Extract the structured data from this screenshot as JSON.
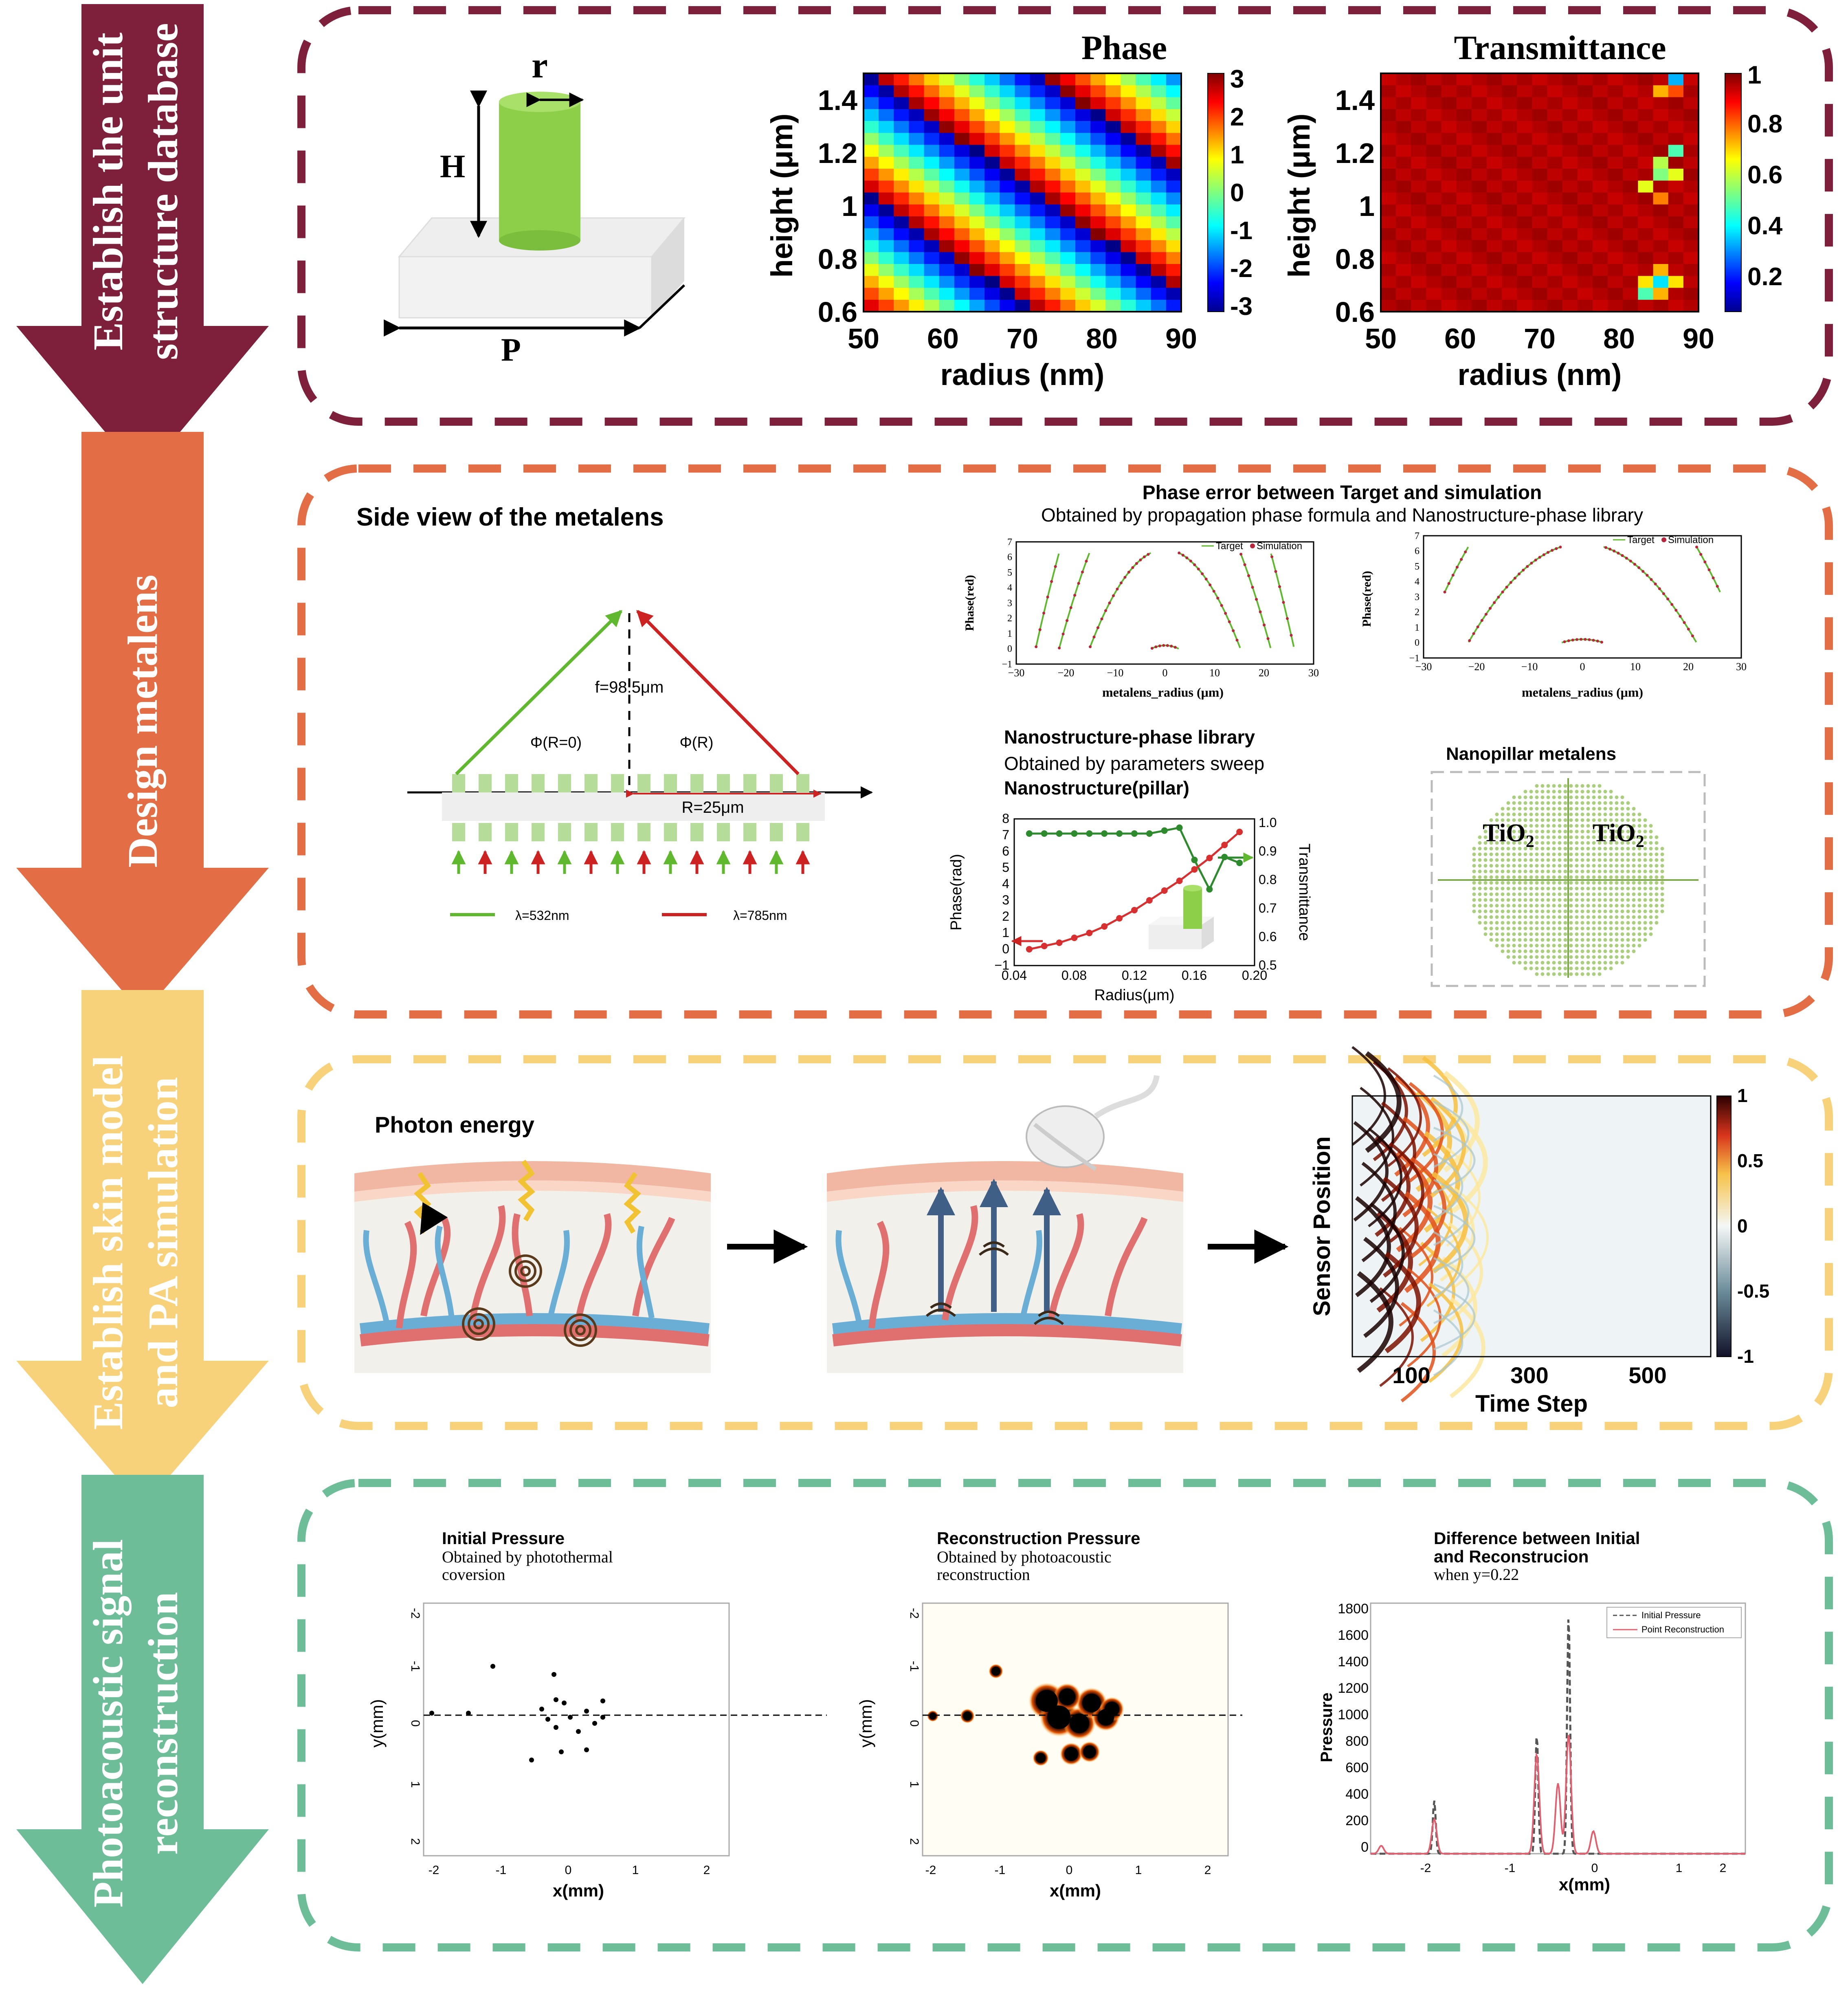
{
  "steps": [
    {
      "label_line1": "Establish the unit",
      "label_line2": "structure database",
      "color": "#7e1f3b"
    },
    {
      "label_line1": "Design metalens",
      "label_line2": "",
      "color": "#e36d45"
    },
    {
      "label_line1": "Establish skin model",
      "label_line2": "and  PA simulation",
      "color": "#f8d27a"
    },
    {
      "label_line1": "Photoacoustic signal",
      "label_line2": "reconstruction",
      "color": "#6cbd98"
    }
  ],
  "panel1": {
    "unit_cell": {
      "r": "r",
      "H": "H",
      "P": "P"
    },
    "phase_map": {
      "title": "Phase",
      "xlabel": "radius (nm)",
      "ylabel": "height (μm)",
      "xticks": [
        "50",
        "60",
        "70",
        "80",
        "90"
      ],
      "yticks": [
        "0.6",
        "0.8",
        "1",
        "1.2",
        "1.4"
      ],
      "cbar_ticks": [
        "3",
        "2",
        "1",
        "0",
        "-1",
        "-2",
        "-3"
      ]
    },
    "trans_map": {
      "title": "Transmittance",
      "xlabel": "radius (nm)",
      "ylabel": "height (μm)",
      "xticks": [
        "50",
        "60",
        "70",
        "80",
        "90"
      ],
      "yticks": [
        "0.6",
        "0.8",
        "1",
        "1.2",
        "1.4"
      ],
      "cbar_ticks": [
        "1",
        "0.8",
        "0.6",
        "0.4",
        "0.2"
      ]
    }
  },
  "panel2": {
    "side_view": {
      "title": "Side view of the metalens",
      "focal": "f=98.5μm",
      "phi0": "Φ(R=0)",
      "phiR": "Φ(R)",
      "radius": "R=25μm",
      "legend_green": "λ=532nm",
      "legend_red": "λ=785nm",
      "green": "#5fb82e",
      "red": "#cc2222"
    },
    "phase_error": {
      "title": "Phase error between Target and simulation",
      "subtitle": "Obtained by propagation phase formula and Nanostructure-phase library",
      "left": {
        "ylabel": "Phase(red)",
        "xlabel": "metalens_radius (μm)",
        "legend_target": "Target",
        "legend_sim": "Simulation",
        "xticks": [
          "−30",
          "−20",
          "−10",
          "0",
          "10",
          "20",
          "30"
        ],
        "yticks": [
          "−1",
          "0",
          "1",
          "2",
          "3",
          "4",
          "5",
          "6",
          "7"
        ]
      },
      "right": {
        "ylabel": "Phase(red)",
        "xlabel": "metalens_radius (μm)",
        "legend_target": "Target",
        "legend_sim": "Simulation",
        "xticks": [
          "−30",
          "−20",
          "−10",
          "0",
          "10",
          "20",
          "30"
        ],
        "yticks": [
          "−1",
          "0",
          "1",
          "2",
          "3",
          "4",
          "5",
          "6",
          "7"
        ]
      }
    },
    "library": {
      "title": "Nanostructure-phase library",
      "subtitle": "Obtained by parameters sweep",
      "subtitle2": "Nanostructure(pillar)",
      "ylabel_left": "Phase(rad)",
      "ylabel_right": "Transmittance",
      "xlabel": "Radius(μm)",
      "xticks": [
        "0.04",
        "0.08",
        "0.12",
        "0.16",
        "0.20"
      ],
      "yticks_left": [
        "−1",
        "0",
        "1",
        "2",
        "3",
        "4",
        "5",
        "6",
        "7",
        "8"
      ],
      "yticks_right": [
        "0.5",
        "0.6",
        "0.7",
        "0.8",
        "0.9",
        "1.0"
      ]
    },
    "nanopillar": {
      "title": "Nanopillar metalens",
      "label_left": "TiO",
      "label_right": "TiO",
      "subscript": "2"
    }
  },
  "panel3": {
    "photon_label": "Photon energy",
    "sensor_map": {
      "ylabel": "Sensor Position",
      "xlabel": "Time Step",
      "xticks": [
        "100",
        "300",
        "500"
      ],
      "cbar_ticks": [
        "1",
        "0.5",
        "0",
        "-0.5",
        "-1"
      ]
    }
  },
  "panel4": {
    "initial": {
      "title": "Initial Pressure",
      "sub1": "Obtained by photothermal",
      "sub2": "coversion",
      "xlabel": "x(mm)",
      "ylabel": "y(mm)",
      "xticks": [
        "-2",
        "-1",
        "0",
        "1",
        "2"
      ],
      "yticks": [
        "-2",
        "-1",
        "0",
        "1",
        "2"
      ]
    },
    "recon": {
      "title": "Reconstruction Pressure",
      "sub1": "Obtained by photoacoustic",
      "sub2": "reconstruction",
      "xlabel": "x(mm)",
      "ylabel": "y(mm)",
      "xticks": [
        "-2",
        "-1",
        "0",
        "1",
        "2"
      ],
      "yticks": [
        "-2",
        "-1",
        "0",
        "1",
        "2"
      ]
    },
    "diff": {
      "title1": "Difference between Initial",
      "title2": "and Reconstrucion",
      "sub": "when y=0.22",
      "xlabel": "x(mm)",
      "ylabel": "Pressure",
      "legend_initial": "Initial Pressure",
      "legend_point": "Point Reconstruction",
      "xticks": [
        "-2",
        "-1",
        "0",
        "1",
        "2"
      ],
      "yticks": [
        "0",
        "200",
        "400",
        "600",
        "800",
        "1000",
        "1200",
        "1400",
        "1600",
        "1800"
      ]
    }
  }
}
